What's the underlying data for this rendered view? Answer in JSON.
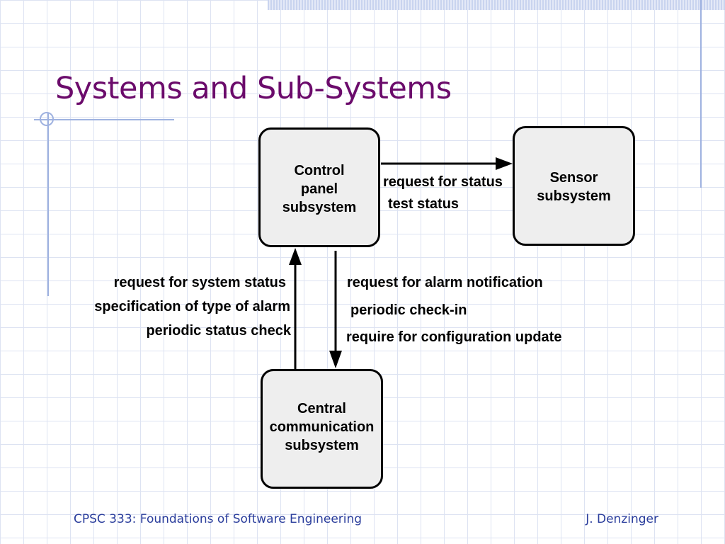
{
  "title": "Systems and Sub-Systems",
  "boxes": {
    "control": "Control\npanel\nsubsystem",
    "sensor": "Sensor\nsubsystem",
    "central": "Central\ncommunication\nsubsystem"
  },
  "flows": {
    "control_to_sensor": [
      "request for status",
      "test status"
    ],
    "central_to_control": [
      "request for system status",
      "specification of type of alarm",
      "periodic status check"
    ],
    "control_to_central": [
      "request for alarm notification",
      "periodic check-in",
      "require for configuration update"
    ]
  },
  "footer": {
    "course": "CPSC 333: Foundations of Software Engineering",
    "author": "J. Denzinger"
  }
}
